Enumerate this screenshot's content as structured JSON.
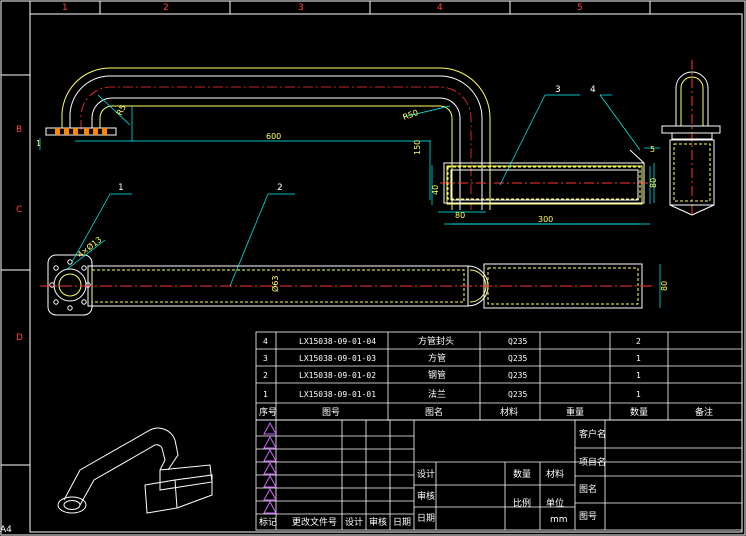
{
  "sheet": {
    "size_mark": "A4",
    "zone_numbers_top": [
      "1",
      "2",
      "3",
      "4",
      "5"
    ],
    "zone_letters_left": [
      "B",
      "C",
      "D"
    ]
  },
  "leaders": {
    "front_view": [
      "1",
      "2"
    ],
    "side_view": [
      "3",
      "4"
    ]
  },
  "dimensions": {
    "top_view": [
      "1",
      "R5",
      "600",
      "R50",
      "150",
      "40",
      "80"
    ],
    "side_view": [
      "5",
      "80",
      "300"
    ],
    "front_view": [
      "4×Ø13",
      "Ø63",
      "80"
    ]
  },
  "parts_list": {
    "rows": [
      {
        "no": "4",
        "code": "LX15038-09-01-04",
        "name": "方管封头",
        "material": "Q235",
        "qty": "2"
      },
      {
        "no": "3",
        "code": "LX15038-09-01-03",
        "name": "方管",
        "material": "Q235",
        "qty": "1"
      },
      {
        "no": "2",
        "code": "LX15038-09-01-02",
        "name": "钢管",
        "material": "Q235",
        "qty": "1"
      },
      {
        "no": "1",
        "code": "LX15038-09-01-01",
        "name": "法兰",
        "material": "Q235",
        "qty": "1"
      }
    ],
    "headers": [
      "序号",
      "图号",
      "图名",
      "材料",
      "重量",
      "数量",
      "备注"
    ]
  },
  "title_block": {
    "revision_headers": [
      "标记",
      "更改文件号",
      "设计",
      "审核",
      "日期"
    ],
    "sign_labels": [
      "设计",
      "审核",
      "日期"
    ],
    "mid_labels": [
      "数量",
      "材料",
      "比例",
      "单位"
    ],
    "mid_values": [
      "",
      "",
      "",
      "mm"
    ],
    "right_labels": [
      "客户名",
      "项目名",
      "图名",
      "图号"
    ]
  }
}
